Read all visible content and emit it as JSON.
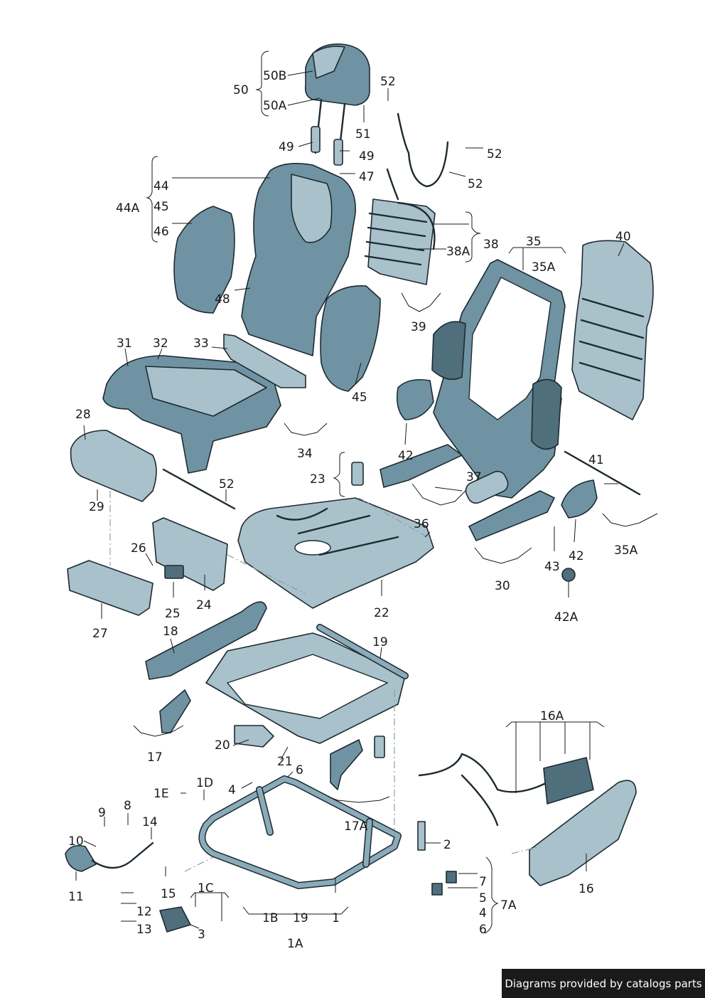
{
  "credit": "Diagrams provided by catalogs parts",
  "labels": [
    "50B",
    "50",
    "50A",
    "51",
    "49",
    "49",
    "47",
    "52",
    "52",
    "52",
    "44",
    "44A",
    "45",
    "46",
    "48",
    "38",
    "38A",
    "39",
    "35",
    "35A",
    "40",
    "31",
    "32",
    "33",
    "34",
    "45",
    "42",
    "37",
    "41",
    "36",
    "23",
    "28",
    "29",
    "52",
    "26",
    "25",
    "24",
    "27",
    "22",
    "30",
    "43",
    "42",
    "42A",
    "35A",
    "18",
    "19",
    "17",
    "20",
    "21",
    "16A",
    "1E",
    "1D",
    "4",
    "6",
    "9",
    "8",
    "10",
    "11",
    "14",
    "15",
    "12",
    "13",
    "17A",
    "2",
    "7",
    "5",
    "4",
    "6",
    "7A",
    "16",
    "1C",
    "3",
    "1B",
    "19",
    "1",
    "1A"
  ],
  "colors": {
    "part": "#6f93a3",
    "part_light": "#a9c1cb",
    "part_dark": "#4f6f7d",
    "outline": "#1d2a31"
  }
}
